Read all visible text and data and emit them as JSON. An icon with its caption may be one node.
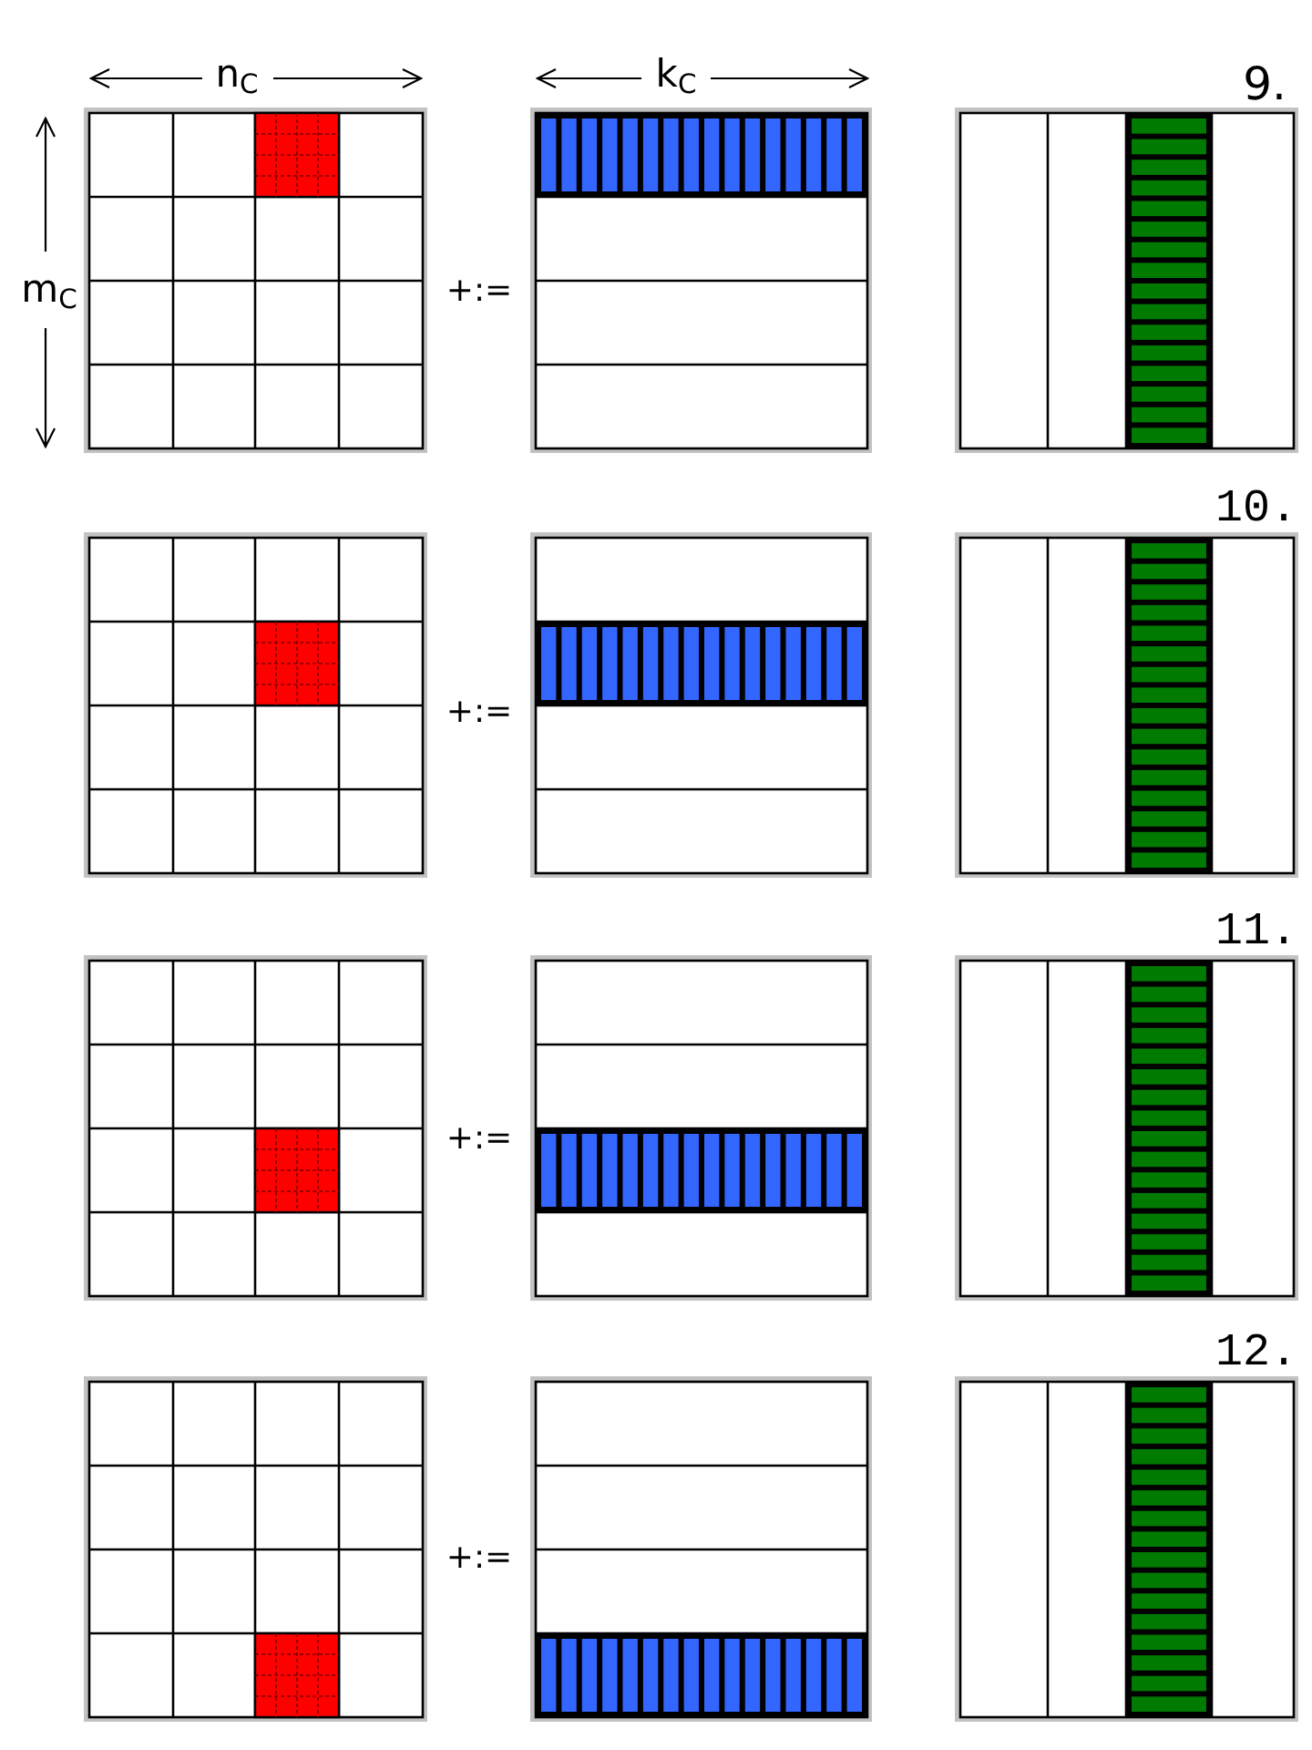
{
  "diagram": {
    "labels": [
      "n$_{C}$",
      "k$_{C}$",
      "9.",
      "m$_{C}$",
      "+:=",
      "10.",
      "+:=",
      "11.",
      "+:=",
      "12.",
      "+:="
    ]
  }
}
